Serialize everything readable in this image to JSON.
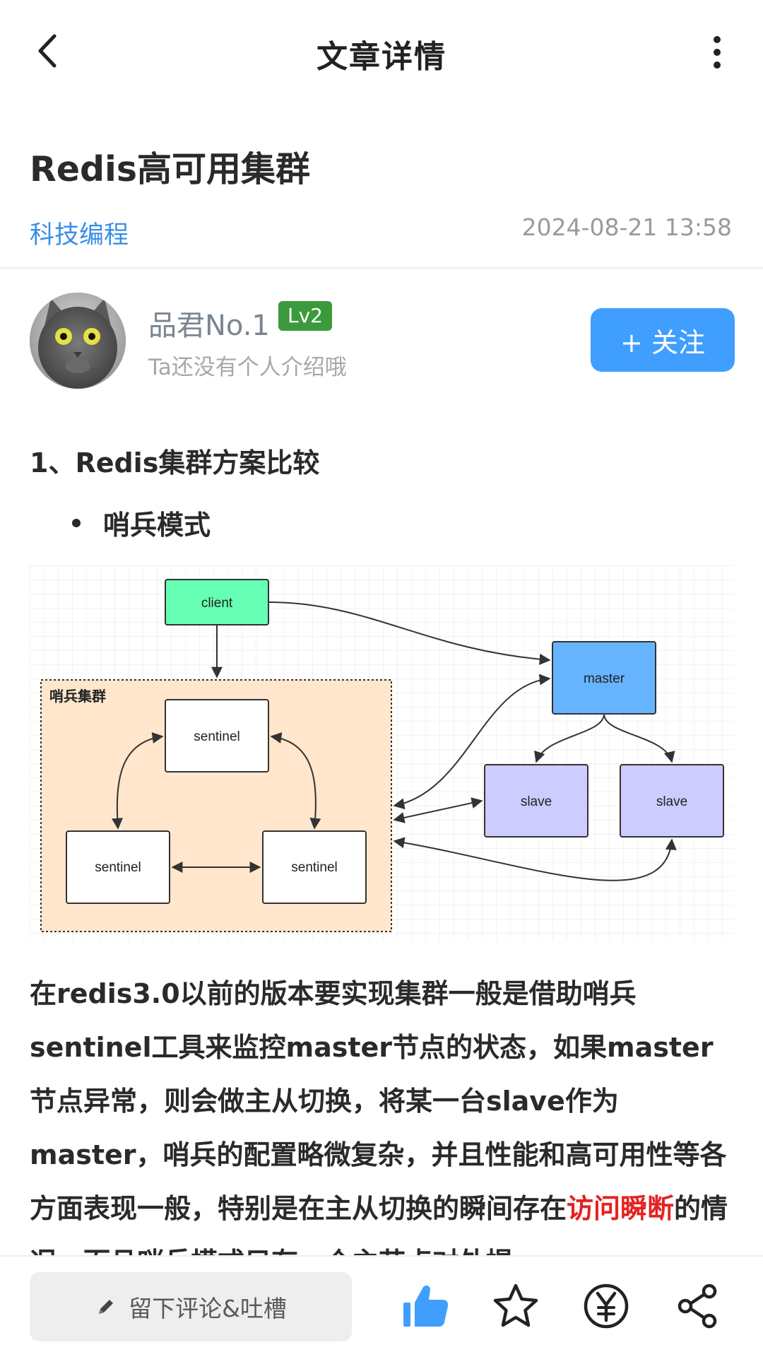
{
  "header": {
    "title": "文章详情",
    "back_icon": "chevron-left-icon",
    "more_icon": "more-vertical-icon"
  },
  "article": {
    "title": "Redis高可用集群",
    "category": "科技编程",
    "date": "2024-08-21 13:58"
  },
  "author": {
    "name": "品君No.1",
    "level": "Lv2",
    "bio": "Ta还没有个人介绍哦",
    "follow_label": "+ 关注"
  },
  "content": {
    "heading": "1、Redis集群方案比较",
    "bullet": "哨兵模式",
    "diagram": {
      "client": "client",
      "cluster_label": "哨兵集群",
      "sentinel_top": "sentinel",
      "sentinel_left": "sentinel",
      "sentinel_right": "sentinel",
      "master": "master",
      "slave_1": "slave",
      "slave_2": "slave"
    },
    "paragraph_before": "在redis3.0以前的版本要实现集群一般是借助哨兵sentinel工具来监控master节点的状态，如果master节点异常，则会做主从切换，将某一台slave作为master，哨兵的配置略微复杂，并且性能和高可用性等各方面表现一般，特别是在主从切换的瞬间存在",
    "paragraph_highlight": "访问瞬断",
    "paragraph_after": "的情况，而且哨兵模式只有一个主节点对外提"
  },
  "bottom_bar": {
    "comment_placeholder": "留下评论&吐槽",
    "comment_icon": "pencil-icon",
    "like_icon": "thumbs-up-icon",
    "favorite_icon": "star-icon",
    "reward_icon": "yen-coin-icon",
    "share_icon": "share-icon"
  },
  "colors": {
    "accent": "#409eff",
    "category": "#3a8ee6",
    "level_badge": "#3c9a3c",
    "highlight": "#e52222",
    "client_node": "#66ffb3",
    "master_node": "#66b3ff",
    "slave_node": "#ccccff",
    "cluster_bg": "#ffe6cc"
  }
}
